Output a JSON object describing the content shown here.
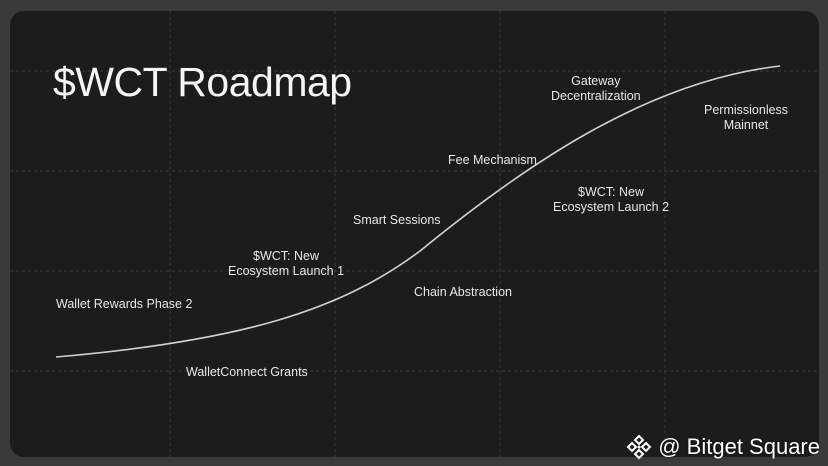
{
  "title": "$WCT Roadmap",
  "milestones": [
    {
      "label": "Wallet Rewards Phase 2"
    },
    {
      "label": "WalletConnect Grants"
    },
    {
      "label": "$WCT: New\nEcosystem Launch 1"
    },
    {
      "label": "Smart Sessions"
    },
    {
      "label": "Chain Abstraction"
    },
    {
      "label": "Fee Mechanism"
    },
    {
      "label": "$WCT: New\nEcosystem Launch 2"
    },
    {
      "label": "Gateway\nDecentralization"
    },
    {
      "label": "Permissionless\nMainnet"
    }
  ],
  "watermark": {
    "text": "@ Bitget Square"
  },
  "colors": {
    "background": "#1c1c1c",
    "frame": "#3a3a3a",
    "curve": "#d0d0d0",
    "text": "#e8e8e8"
  }
}
